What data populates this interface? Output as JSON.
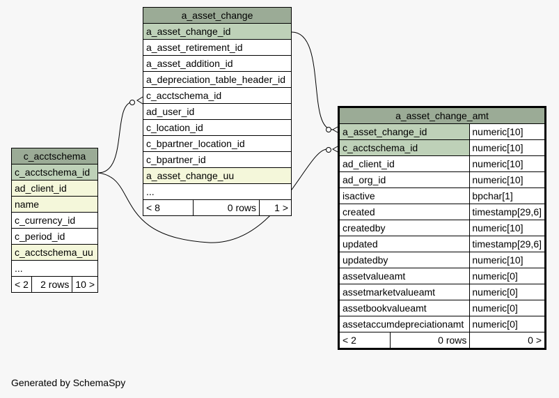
{
  "tables": {
    "asset_change": {
      "name": "a_asset_change",
      "columns": [
        "a_asset_change_id",
        "a_asset_retirement_id",
        "a_asset_addition_id",
        "a_depreciation_table_header_id",
        "c_acctschema_id",
        "ad_user_id",
        "c_location_id",
        "c_bpartner_location_id",
        "c_bpartner_id",
        "a_asset_change_uu",
        "..."
      ],
      "footer": {
        "parents": "< 8",
        "rows": "0 rows",
        "children": "1 >"
      }
    },
    "acctschema": {
      "name": "c_acctschema",
      "columns": [
        "c_acctschema_id",
        "ad_client_id",
        "name",
        "c_currency_id",
        "c_period_id",
        "c_acctschema_uu",
        "..."
      ],
      "footer": {
        "parents": "< 2",
        "rows": "2 rows",
        "children": "10 >"
      }
    },
    "asset_change_amt": {
      "name": "a_asset_change_amt",
      "columns": [
        {
          "name": "a_asset_change_id",
          "type": "numeric[10]"
        },
        {
          "name": "c_acctschema_id",
          "type": "numeric[10]"
        },
        {
          "name": "ad_client_id",
          "type": "numeric[10]"
        },
        {
          "name": "ad_org_id",
          "type": "numeric[10]"
        },
        {
          "name": "isactive",
          "type": "bpchar[1]"
        },
        {
          "name": "created",
          "type": "timestamp[29,6]"
        },
        {
          "name": "createdby",
          "type": "numeric[10]"
        },
        {
          "name": "updated",
          "type": "timestamp[29,6]"
        },
        {
          "name": "updatedby",
          "type": "numeric[10]"
        },
        {
          "name": "assetvalueamt",
          "type": "numeric[0]"
        },
        {
          "name": "assetmarketvalueamt",
          "type": "numeric[0]"
        },
        {
          "name": "assetbookvalueamt",
          "type": "numeric[0]"
        },
        {
          "name": "assetaccumdepreciationamt",
          "type": "numeric[0]"
        }
      ],
      "footer": {
        "parents": "< 2",
        "rows": "0 rows",
        "children": "0 >"
      }
    }
  },
  "colors": {
    "header": "#9bab96",
    "primary_key": "#bed1b8",
    "foreign_key": "#f4f7da",
    "background": "#f7f7f7"
  },
  "footer_text": "Generated by SchemaSpy"
}
